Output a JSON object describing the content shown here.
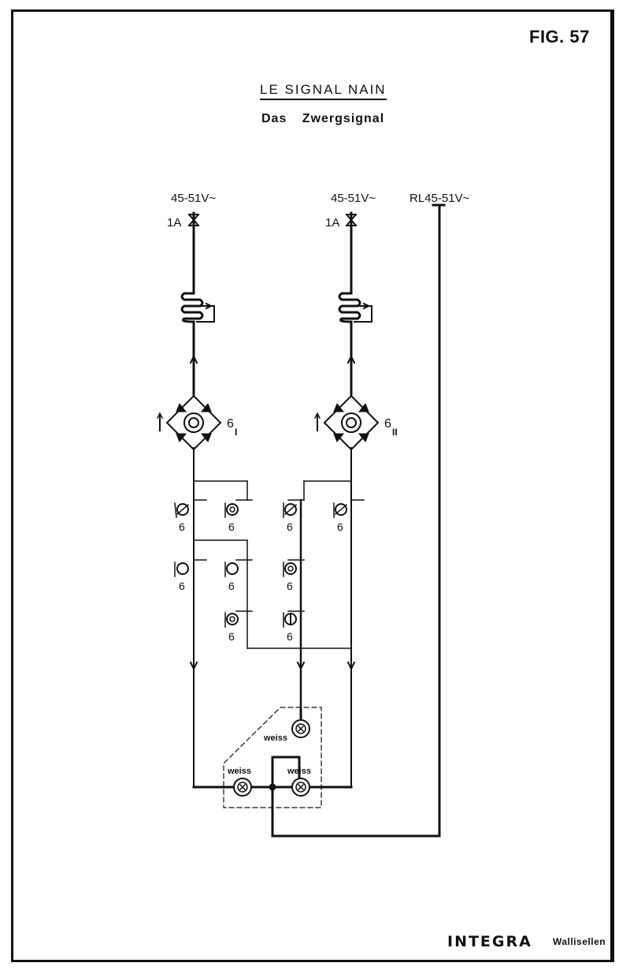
{
  "figure": {
    "label": "FIG. 57"
  },
  "title": {
    "french": "LE SIGNAL NAIN",
    "german": "Das Zwergsignal"
  },
  "supplies": {
    "left": {
      "voltage": "45-51V~",
      "fuse": "1A"
    },
    "middle": {
      "voltage": "45-51V~",
      "fuse": "1A"
    },
    "return": {
      "voltage": "RL45-51V~"
    }
  },
  "bridges": {
    "left_label": "6",
    "left_sub": "I",
    "right_label": "6",
    "right_sub": "II"
  },
  "relay_label": "6",
  "lamps": {
    "top": "weiss",
    "left": "weiss",
    "right": "weiss"
  },
  "footer": {
    "brand": "INTEGRA",
    "city": "Wallisellen"
  },
  "colors": {
    "ink": "#111111",
    "paper": "#ffffff"
  }
}
